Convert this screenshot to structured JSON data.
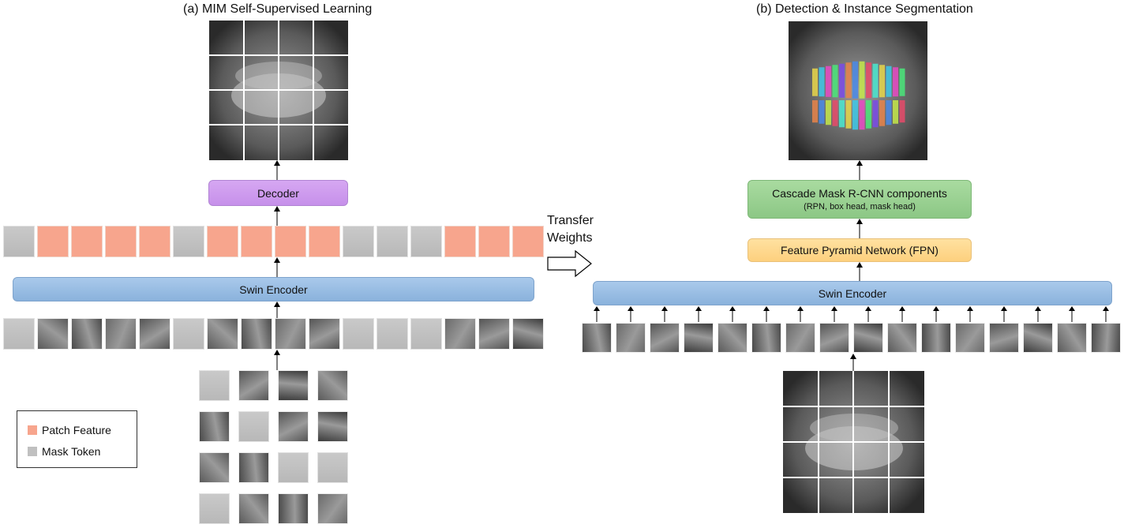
{
  "left_panel": {
    "title": "(a) MIM Self-Supervised Learning",
    "decoder_label": "Decoder",
    "encoder_label": "Swin Encoder",
    "token_row": [
      "mask",
      "feat",
      "feat",
      "feat",
      "feat",
      "mask",
      "feat",
      "feat",
      "feat",
      "feat",
      "mask",
      "mask",
      "mask",
      "feat",
      "feat",
      "feat"
    ],
    "input_row": [
      "mask",
      "x",
      "x",
      "x",
      "x",
      "mask",
      "x",
      "x",
      "x",
      "x",
      "mask",
      "mask",
      "mask",
      "x",
      "x",
      "x"
    ],
    "input_grid": [
      "mask",
      "x",
      "x",
      "x",
      "x",
      "mask",
      "x",
      "x",
      "x",
      "x",
      "mask",
      "mask",
      "mask",
      "x",
      "x",
      "x"
    ]
  },
  "middle": {
    "transfer_line1": "Transfer",
    "transfer_line2": "Weights"
  },
  "right_panel": {
    "title": "(b) Detection & Instance Segmentation",
    "cascade_label": "Cascade Mask R-CNN components",
    "cascade_sub": "(RPN, box head, mask head)",
    "fpn_label": "Feature Pyramid Network (FPN)",
    "encoder_label": "Swin Encoder"
  },
  "legend": {
    "items": [
      {
        "label": "Patch Feature",
        "color": "#f7a58d"
      },
      {
        "label": "Mask Token",
        "color": "#c0c0c0"
      }
    ]
  },
  "colors": {
    "patch_feature": "#f7a58d",
    "mask_token": "#c0c0c0",
    "encoder": "#8ab2dc",
    "decoder": "#c690ea",
    "fpn": "#fdd07e",
    "cascade": "#8cc785"
  }
}
